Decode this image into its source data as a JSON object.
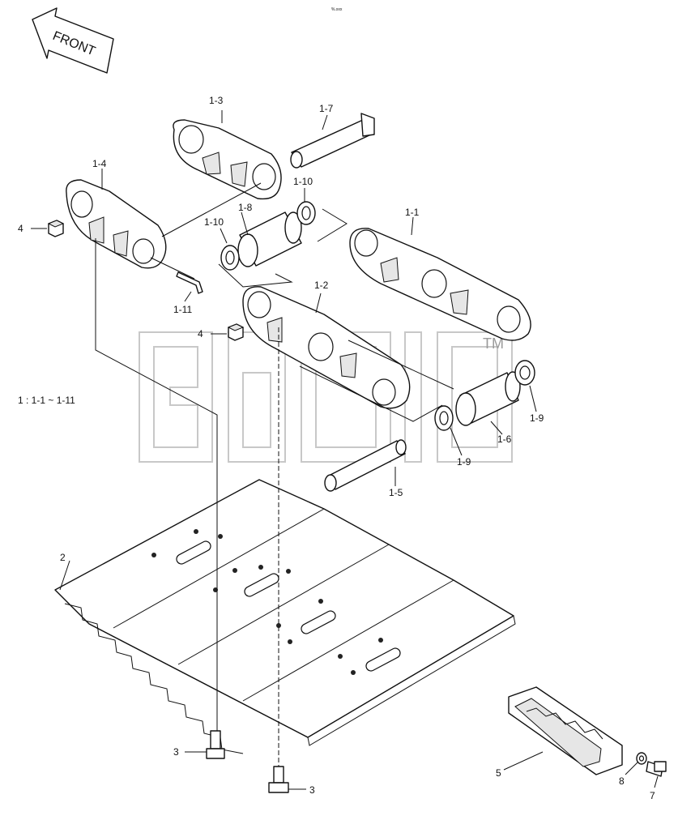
{
  "header": {
    "code": "%.xxx"
  },
  "front_arrow": {
    "text": "FRONT"
  },
  "legend": {
    "text": "1 : 1-1 ~ 1-11"
  },
  "watermark": {
    "trademark": "TM"
  },
  "callouts": {
    "c_1_1": "1-1",
    "c_1_2": "1-2",
    "c_1_3": "1-3",
    "c_1_4": "1-4",
    "c_1_5": "1-5",
    "c_1_6": "1-6",
    "c_1_7": "1-7",
    "c_1_8": "1-8",
    "c_1_9a": "1-9",
    "c_1_9b": "1-9",
    "c_1_10a": "1-10",
    "c_1_10b": "1-10",
    "c_1_11": "1-11",
    "c_2": "2",
    "c_3a": "3",
    "c_3b": "3",
    "c_4a": "4",
    "c_4b": "4",
    "c_5": "5",
    "c_7": "7",
    "c_8": "8"
  },
  "colors": {
    "line": "#111111",
    "watermark": "#9a9a9a",
    "background": "#ffffff"
  }
}
